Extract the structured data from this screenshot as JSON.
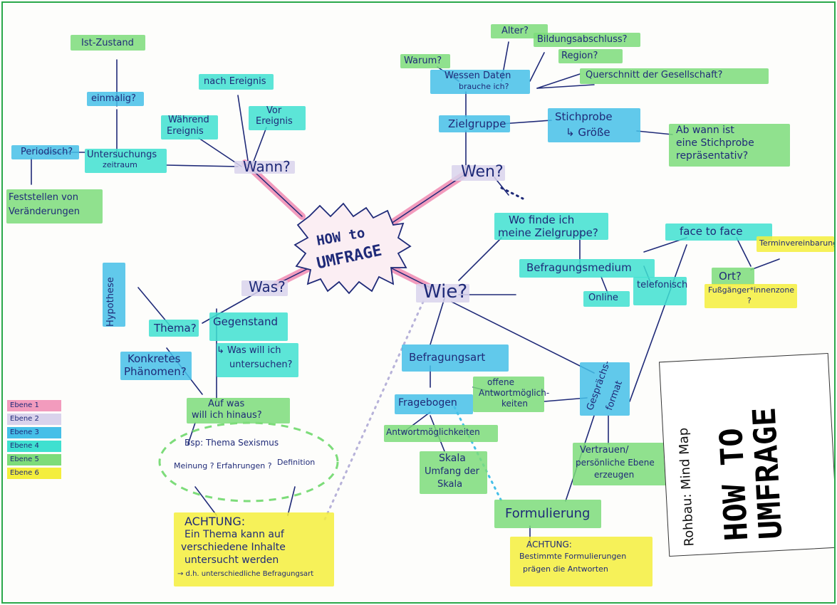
{
  "colors": {
    "level1": "#f29bbd",
    "level2": "#d9d3ec",
    "level3": "#45bfe8",
    "level4": "#3fe0d0",
    "level5": "#7ddc7a",
    "level6": "#f4ee3c",
    "ink": "#1f2a78"
  },
  "center": {
    "line1": "HOW to",
    "line2": "UMFRAGE"
  },
  "nodes": {
    "wann": "Wann?",
    "wen": "Wen?",
    "was": "Was?",
    "wie": "Wie?",
    "ist_zustand": "Ist-Zustand",
    "einmalig": "einmalig?",
    "nach_ereignis": "nach Ereignis",
    "waehrend_ereignis_1": "Während",
    "waehrend_ereignis_2": "Ereignis",
    "vor_ereignis_1": "Vor",
    "vor_ereignis_2": "Ereignis",
    "periodisch": "Periodisch?",
    "untersuchungszeitraum_1": "Untersuchungs",
    "untersuchungszeitraum_2": "zeitraum",
    "feststellen_1": "Feststellen von",
    "feststellen_2": "Veränderungen",
    "alter": "Alter?",
    "bildungsabschluss": "Bildungsabschluss?",
    "region": "Region?",
    "querschnitt": "Querschnitt der Gesellschaft?",
    "warum": "Warum?",
    "wessen_daten_1": "Wessen Daten",
    "wessen_daten_2": "brauche ich?",
    "zielgruppe": "Zielgruppe",
    "stichprobe": "Stichprobe",
    "groesse": "↳ Größe",
    "ab_wann_1": "Ab wann ist",
    "ab_wann_2": "eine Stichprobe",
    "ab_wann_3": "repräsentativ?",
    "wo_finde_1": "Wo finde ich",
    "wo_finde_2": "meine Zielgruppe?",
    "face_to_face": "face to face",
    "ort": "Ort?",
    "terminvereinbarung": "Terminvereinbarung",
    "fussgaenger_1": "Fußgänger*innenzone",
    "fussgaenger_2": "?",
    "befragungsmedium": "Befragungsmedium",
    "online": "Online",
    "telefonisch": "telefonisch",
    "hypothese": "Hypothese",
    "thema": "Thema?",
    "konkretes_1": "Konkretes",
    "konkretes_2": "Phänomen?",
    "gegenstand": "Gegenstand",
    "was_will_1": "↳ Was will ich",
    "was_will_2": "untersuchen?",
    "auf_was_1": "Auf was",
    "auf_was_2": "will ich hinaus?",
    "bsp": "Bsp: Thema Sexismus",
    "meinung": "Meinung ?",
    "erfahrungen": "Erfahrungen ?",
    "definition": "Definition",
    "achtung_1": "ACHTUNG:",
    "achtung_2": "Ein Thema kann auf",
    "achtung_3": "verschiedene Inhalte",
    "achtung_4": "untersucht werden",
    "achtung_5": "→ d.h. unterschiedliche Befragungsart",
    "befragungsart": "Befragungsart",
    "fragebogen": "Fragebogen",
    "offene_1": "offene",
    "offene_2": "Antwortmöglich-",
    "offene_3": "keiten",
    "gespraechsformat_1": "Gesprächs-",
    "gespraechsformat_2": "format",
    "antwortmoeglichkeiten": "Antwortmöglichkeiten",
    "skala_1": "Skala",
    "skala_2": "Umfang der",
    "skala_3": "Skala",
    "vertrauen_1": "Vertrauen/",
    "vertrauen_2": "persönliche Ebene",
    "vertrauen_3": "erzeugen",
    "formulierung": "Formulierung",
    "achtung2_1": "ACHTUNG:",
    "achtung2_2": "Bestimmte Formulierungen",
    "achtung2_3": "prägen die Antworten"
  },
  "legend": [
    {
      "label": "Ebene 1",
      "color": "#f29bbd"
    },
    {
      "label": "Ebene 2",
      "color": "#d9d3ec"
    },
    {
      "label": "Ebene 3",
      "color": "#45bfe8"
    },
    {
      "label": "Ebene 4",
      "color": "#3fe0d0"
    },
    {
      "label": "Ebene 5",
      "color": "#7ddc7a"
    },
    {
      "label": "Ebene 6",
      "color": "#f4ee3c"
    }
  ],
  "card": {
    "subtitle": "Rohbau: Mind Map",
    "title_line1": "HOW TO",
    "title_line2": "UMFRAGE"
  }
}
